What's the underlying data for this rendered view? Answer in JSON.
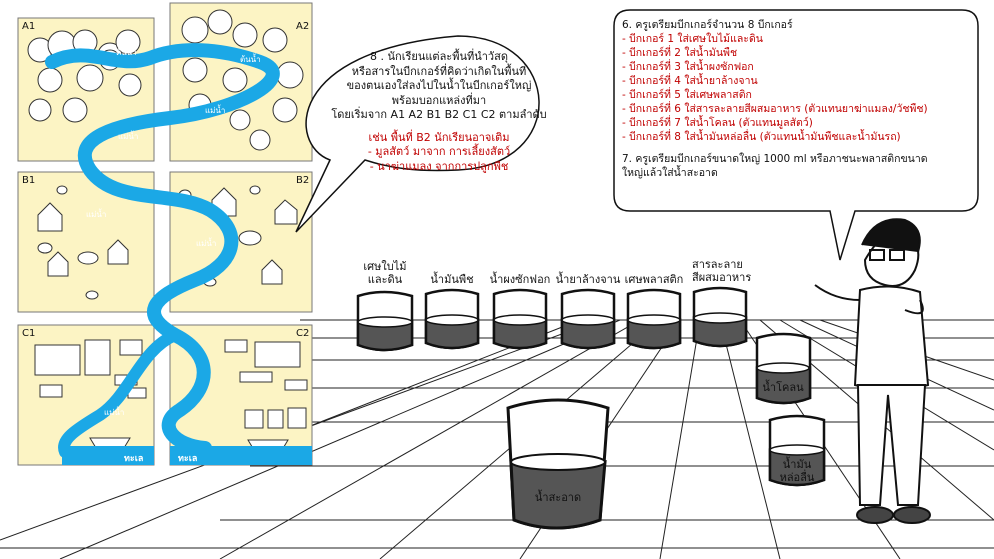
{
  "map": {
    "quadrants": [
      "A1",
      "A2",
      "B1",
      "B2",
      "C1",
      "C2"
    ],
    "river_labels": {
      "source_a1": "ต้นน้ำ",
      "source_a2": "ต้นน้ำ",
      "river_a2": "แม่น้ำ",
      "river_a1": "แม่น้ำ",
      "river_b1": "แม่น้ำ",
      "river_b2": "แม่น้ำ",
      "river_c1": "แม่น้ำ",
      "sea_c1": "ทะเล",
      "sea_c2": "ทะเล"
    }
  },
  "bubble_left": {
    "lines": [
      "8 . นักเรียนแต่ละพื้นที่นำวัสดุ",
      "หรือสารในบีกเกอร์ที่คิดว่าเกิดในพื้นที่",
      "ของตนเองใส่ลงไปในน้ำในบีกเกอร์ใหญ่",
      "พร้อมบอกแหล่งที่มา",
      "โดยเริ่มจาก  A1  A2  B1  B2  C1  C2  ตามลำดับ"
    ],
    "example_lines": [
      "เช่น  พื้นที่  B2  นักเรียนอาจเติม",
      "- มูลสัตว์  มาจาก  การเลี้ยงสัตว์",
      "- นาฆ่าแมลง  จากการปลูกพืช"
    ]
  },
  "bubble_right": {
    "title": "6.  ครูเตรียมบีกเกอร์จำนวน  8  บีกเกอร์",
    "items": [
      "- บีกเกอร์  1  ใส่เศษใบไม้และดิน",
      "- บีกเกอร์ที่  2  ใส่น้ำมันพืช",
      "- บีกเกอร์ที่  3  ใส่น้ำผงซักฟอก",
      "- บีกเกอร์ที่  4  ใส่น้ำยาล้างจาน",
      "- บีกเกอร์ที่  5  ใส่เศษพลาสติก",
      "- บีกเกอร์ที่  6  ใส่สารละลายสีผสมอาหาร  (ตัวแทนยาฆ่าแมลง/วัชพืช)",
      "- บีกเกอร์ที่  7  ใส่น้ำโคลน  (ตัวแทนมูลสัตว์)",
      " - บีกเกอร์ที่  8  ใส่น้ำมันหล่อลื่น  (ตัวแทนน้ำมันพืชและน้ำมันรถ)"
    ],
    "note_lines": [
      "7.  ครูเตรียมบีกเกอร์ขนาดใหญ่  1000  ml  หรือภาชนะพลาสติกขนาด",
      "ใหญ่แล้วใส่น้ำสะอาด"
    ]
  },
  "beakers": {
    "b1": [
      "เศษใบไม้",
      "และดิน"
    ],
    "b2": [
      "น้ำมันพืช"
    ],
    "b3": [
      "น้ำผงซักฟอก"
    ],
    "b4": [
      "น้ำยาล้างจาน"
    ],
    "b5": [
      "เศษพลาสติก"
    ],
    "b6": [
      "สารละลาย",
      "สีผสมอาหาร"
    ],
    "b7": "น้ำโคลน",
    "b8": [
      "น้ำมัน",
      "หล่อลื่น"
    ],
    "big": "น้ำสะอาด"
  },
  "colors": {
    "river": "#1ba8e6",
    "map_bg": "#fcf4c4",
    "text_red": "#c00000",
    "outline": "#111111"
  }
}
